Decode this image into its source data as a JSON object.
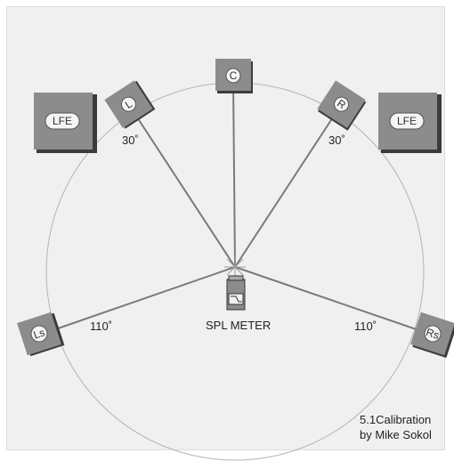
{
  "speakers": {
    "lfe_left": "LFE",
    "left": "L",
    "center": "C",
    "right": "R",
    "lfe_right": "LFE",
    "left_surround": "Ls",
    "right_surround": "Rs"
  },
  "angles": {
    "front_left": "30˚",
    "front_right": "30˚",
    "surround_left": "110˚",
    "surround_right": "110˚"
  },
  "meter": {
    "label": "SPL METER"
  },
  "credit": {
    "line1": "5.1Calibration",
    "line2": "by Mike Sokol"
  },
  "colors": {
    "speaker_face": "#8c8c8c",
    "speaker_shadow": "#3c3c3c",
    "badge": "#f4f4f4",
    "line": "#7a7a7a",
    "circle": "#b4b4b4"
  }
}
